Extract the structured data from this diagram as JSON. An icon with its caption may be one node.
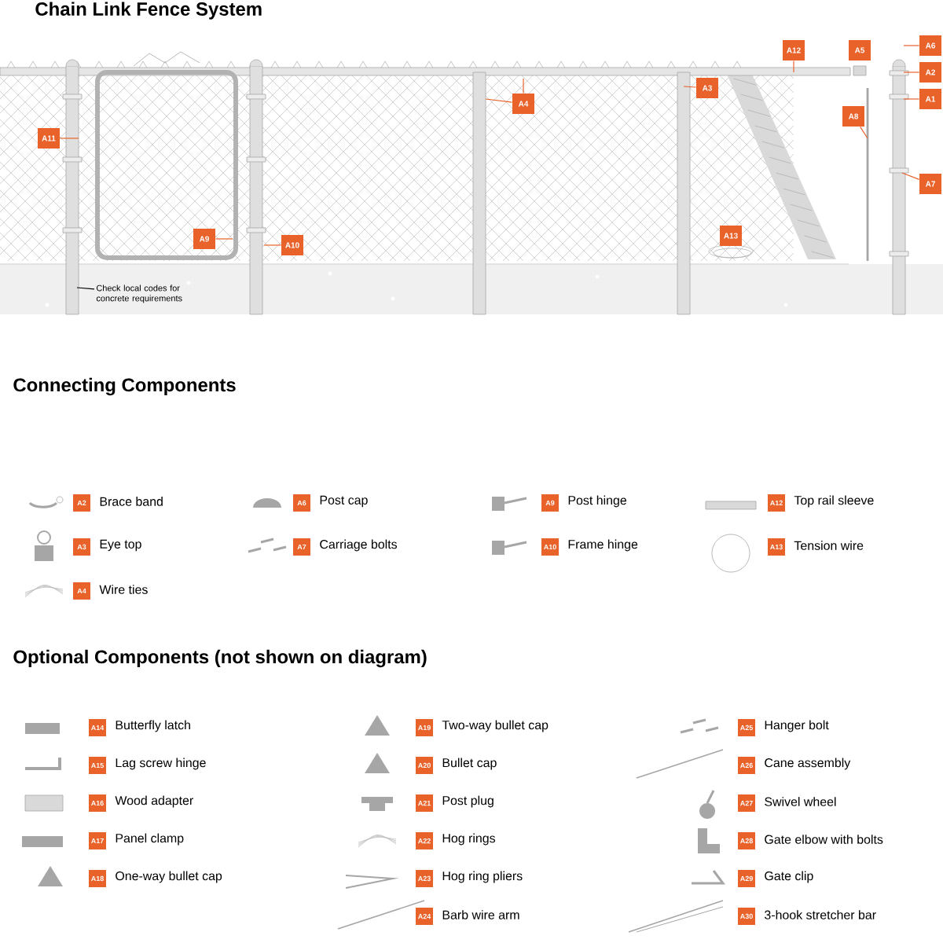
{
  "diagram": {
    "title": "Chain Link Fence System",
    "nodes": [
      {
        "text": [
          "A11"
        ]
      },
      {
        "text": [
          "A9"
        ]
      },
      {
        "text": [
          "A10"
        ]
      },
      {
        "text": [
          "Check local codes for concrete requirements"
        ]
      },
      {
        "text": [
          "A4"
        ]
      },
      {
        "text": [
          "A3"
        ]
      },
      {
        "text": [
          "A12"
        ]
      },
      {
        "text": [
          "A5"
        ]
      },
      {
        "text": [
          "A6"
        ]
      },
      {
        "text": [
          "A2"
        ]
      },
      {
        "text": [
          "A1"
        ]
      },
      {
        "text": [
          "A8"
        ]
      },
      {
        "text": [
          "A7"
        ]
      },
      {
        "text": [
          "A13"
        ]
      }
    ],
    "edges": [
      {
        "from": 0,
        "to": null,
        "arrow": "none"
      },
      {
        "from": 1,
        "to": null,
        "arrow": "none"
      },
      {
        "from": 2,
        "to": null,
        "arrow": "none"
      },
      {
        "from": 3,
        "to": null,
        "arrow": "none",
        "color": "#000000"
      },
      {
        "from": 4,
        "to": null,
        "arrow": "none"
      },
      {
        "from": 4,
        "to": null,
        "arrow": "none"
      },
      {
        "from": 5,
        "to": null,
        "arrow": "none"
      },
      {
        "from": 6,
        "to": null,
        "arrow": "none"
      },
      {
        "from": 8,
        "to": null,
        "arrow": "none"
      },
      {
        "from": 9,
        "to": null,
        "arrow": "none"
      },
      {
        "from": 10,
        "to": null,
        "arrow": "none"
      },
      {
        "from": 11,
        "to": null,
        "arrow": "none"
      },
      {
        "from": 12,
        "to": null,
        "arrow": "none"
      }
    ],
    "labels": [
      "Connecting Components",
      "A2",
      "Brace band",
      "A6",
      "Post cap",
      "A9",
      "Post hinge",
      "A12",
      "Top rail sleeve",
      "A3",
      "Eye top",
      "A7",
      "Carriage bolts",
      "A10",
      "Frame hinge",
      "A13",
      "Tension wire",
      "A4",
      "Wire ties",
      "Optional Components (not shown on diagram)",
      "A14",
      "Butterfly latch",
      "A19",
      "Two-way bullet cap",
      "A25",
      "Hanger bolt",
      "A15",
      "Lag screw hinge",
      "A20",
      "Bullet cap",
      "A26",
      "Cane assembly",
      "A16",
      "Wood adapter",
      "A21",
      "Post plug",
      "A27",
      "Swivel wheel",
      "A17",
      "Panel clamp",
      "A22",
      "Hog rings",
      "A28",
      "Gate elbow with bolts",
      "A18",
      "One-way bullet cap",
      "A23",
      "Hog ring pliers",
      "A29",
      "Gate clip",
      "A24",
      "Barb wire arm",
      "A30",
      "3-hook stretcher bar"
    ]
  }
}
